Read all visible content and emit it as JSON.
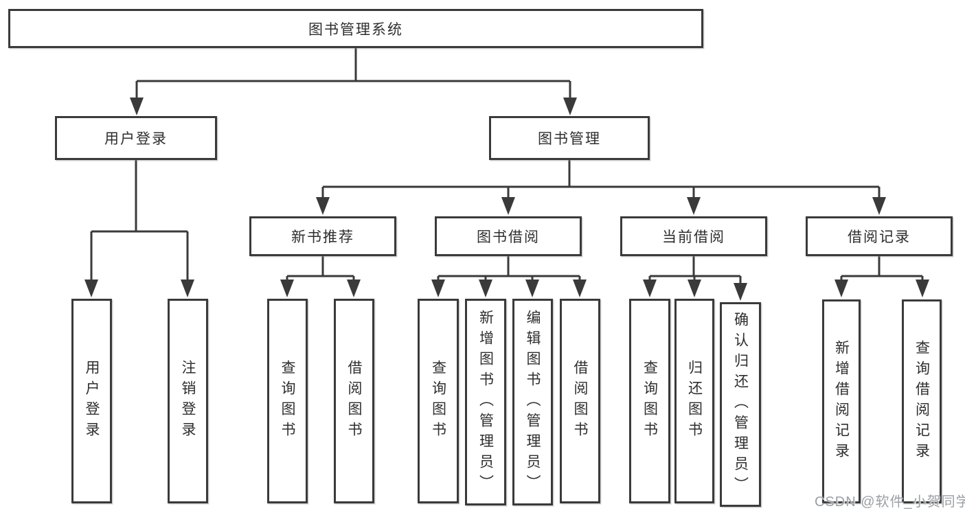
{
  "diagram": {
    "root": {
      "label": "图书管理系统"
    },
    "branches": [
      {
        "label": "用户登录",
        "leaves": [
          "用户登录",
          "注销登录"
        ]
      },
      {
        "label": "图书管理",
        "sections": [
          {
            "label": "新书推荐",
            "leaves": [
              "查询图书",
              "借阅图书"
            ]
          },
          {
            "label": "图书借阅",
            "leaves": [
              "查询图书",
              "新增图书（管理员）",
              "编辑图书（管理员）",
              "借阅图书"
            ]
          },
          {
            "label": "当前借阅",
            "leaves": [
              "查询图书",
              "归还图书",
              "确认归还（管理员）"
            ]
          },
          {
            "label": "借阅记录",
            "leaves": [
              "新增借阅记录",
              "查询借阅记录"
            ]
          }
        ]
      }
    ]
  },
  "watermark": "CSDN @软件_小贺同学",
  "colors": {
    "line": "#3a3a3a",
    "text": "#2e2e2e",
    "watermark": "#9b9fa4"
  }
}
